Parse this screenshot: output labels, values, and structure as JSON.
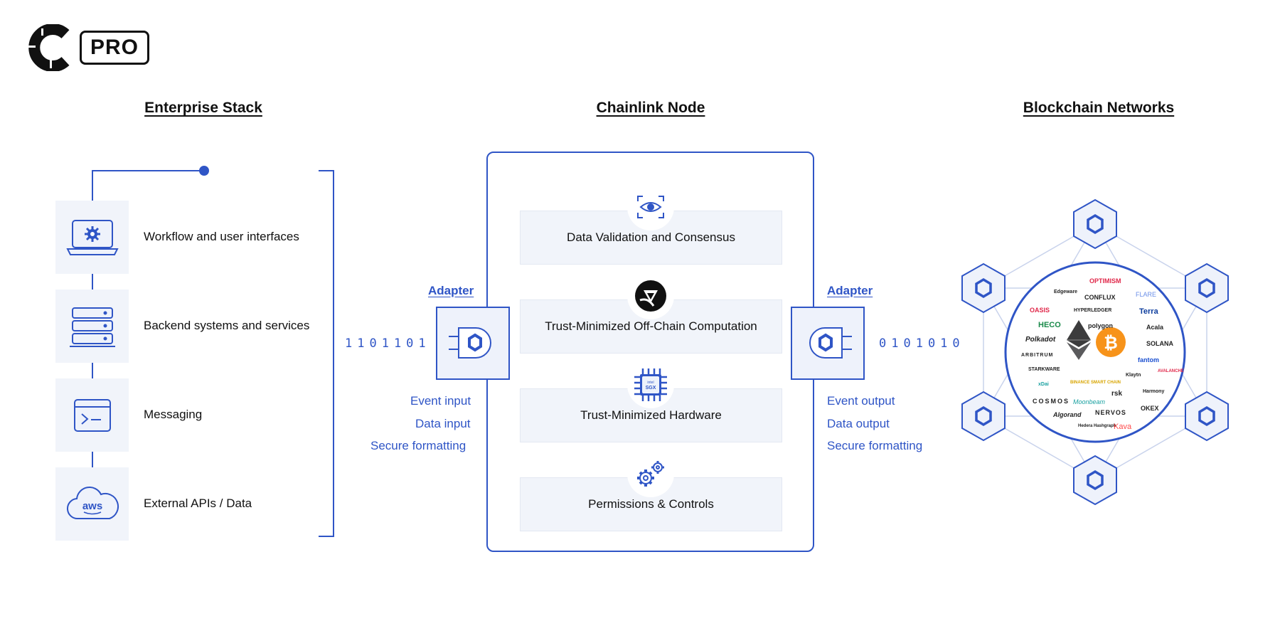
{
  "brand": {
    "badge": "PRO"
  },
  "columns": {
    "enterprise": "Enterprise Stack",
    "node": "Chainlink Node",
    "blockchain": "Blockchain Networks"
  },
  "enterprise_items": [
    {
      "label": "Workflow and user interfaces",
      "icon": "laptop-gear-icon"
    },
    {
      "label": "Backend systems and services",
      "icon": "server-rack-icon"
    },
    {
      "label": "Messaging",
      "icon": "terminal-window-icon"
    },
    {
      "label": "External APIs / Data",
      "icon": "aws-cloud-icon",
      "icon_text": "aws"
    }
  ],
  "node_items": [
    {
      "label": "Data Validation and Consensus",
      "icon": "eye-scan-icon"
    },
    {
      "label": "Trust-Minimized Off-Chain Computation",
      "icon": "trust-mark-icon"
    },
    {
      "label": "Trust-Minimized Hardware",
      "icon": "chip-icon",
      "icon_text_top": "intel",
      "icon_text": "SGX"
    },
    {
      "label": "Permissions & Controls",
      "icon": "gears-icon"
    }
  ],
  "adapter_in": {
    "title": "Adapter",
    "bits": "1101101",
    "labels": [
      "Event input",
      "Data input",
      "Secure formatting"
    ]
  },
  "adapter_out": {
    "title": "Adapter",
    "bits": "0101010",
    "labels": [
      "Event output",
      "Data output",
      "Secure formatting"
    ]
  },
  "networks": [
    "OPTIMISM",
    "Edgeware",
    "CONFLUX",
    "FLARE",
    "OASIS",
    "HYPERLEDGER",
    "Terra",
    "HECO",
    "polygon",
    "Acala",
    "Polkadot",
    "SOLANA",
    "ARBITRUM",
    "fantom",
    "STARKWARE",
    "Klaytn",
    "AVALANCHE",
    "xDai",
    "BINANCE SMART CHAIN",
    "rsk",
    "Harmony",
    "COSMOS",
    "Moonbeam",
    "OKEX",
    "Algorand",
    "NERVOS",
    "Hedera Hashgraph",
    "Kava"
  ],
  "colors": {
    "accent": "#2f55c6",
    "panel": "#f1f4fa",
    "bitcoin": "#f7931a",
    "ethereum": "#3c3c3d"
  }
}
